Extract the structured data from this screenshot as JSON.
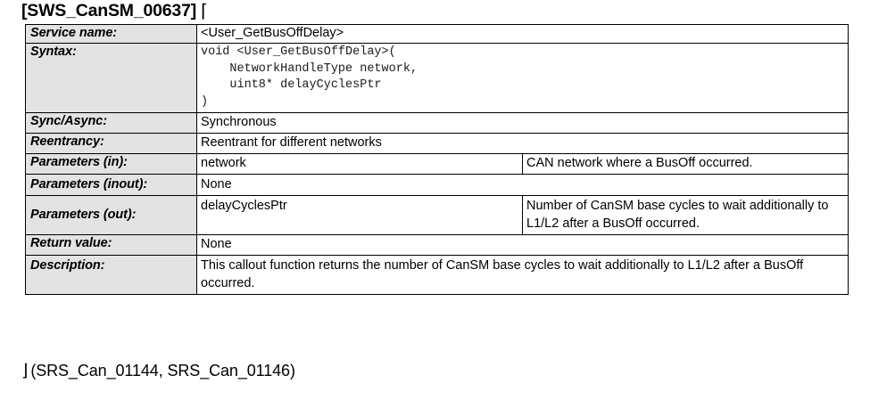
{
  "document": {
    "requirement_id": "[SWS_CanSM_00637]",
    "open_bracket": "⌈",
    "close_bracket": "⌋",
    "trace_refs": "(SRS_Can_01144, SRS_Can_01146)"
  },
  "table": {
    "rows": {
      "service_name": {
        "label": "Service name:",
        "value": "<User_GetBusOffDelay>"
      },
      "syntax": {
        "label": "Syntax:",
        "value": "void <User_GetBusOffDelay>(\n    NetworkHandleType network,\n    uint8* delayCyclesPtr\n)"
      },
      "sync_async": {
        "label": "Sync/Async:",
        "value": "Synchronous"
      },
      "reentrancy": {
        "label": "Reentrancy:",
        "value": "Reentrant for different networks"
      },
      "parameters_in": {
        "label": "Parameters (in):",
        "param_name": "network",
        "param_desc": "CAN network where a BusOff occurred."
      },
      "parameters_inout": {
        "label": "Parameters (inout):",
        "value": "None"
      },
      "parameters_out": {
        "label": "Parameters (out):",
        "param_name": "delayCyclesPtr",
        "param_desc": "Number of CanSM base cycles to wait additionally to L1/L2 after a BusOff occurred."
      },
      "return_value": {
        "label": "Return value:",
        "value": "None"
      },
      "description": {
        "label": "Description:",
        "value": "This callout function returns the number of CanSM base cycles to wait additionally to L1/L2 after a BusOff occurred."
      }
    }
  },
  "colors": {
    "label_background": "#e3e3e3",
    "border": "#000000",
    "text": "#000000",
    "page_background": "#ffffff"
  }
}
